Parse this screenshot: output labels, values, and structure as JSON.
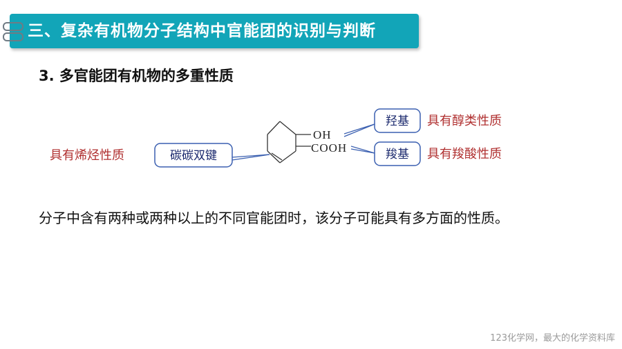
{
  "banner": {
    "title": "三、复杂有机物分子结构中官能团的识别与判断"
  },
  "section": {
    "heading": "3. 多官能团有机物的多重性质"
  },
  "diagram": {
    "group_oh": "OH",
    "group_cooh": "COOH",
    "label_double_bond": "碳碳双键",
    "label_hydroxyl": "羟基",
    "label_carboxyl": "羧基",
    "prop_alkene": "具有烯烃性质",
    "prop_alcohol": "具有醇类性质",
    "prop_acid": "具有羧酸性质"
  },
  "body": {
    "text": "分子中含有两种或两种以上的不同官能团时，该分子可能具有多方面的性质。"
  },
  "footer": {
    "watermark": "123化学网，最大的化学资料库"
  },
  "colors": {
    "banner": "#12a5b8",
    "label_border": "#3a5fb0",
    "label_text": "#1c2a6e",
    "prop_text": "#b03030"
  }
}
